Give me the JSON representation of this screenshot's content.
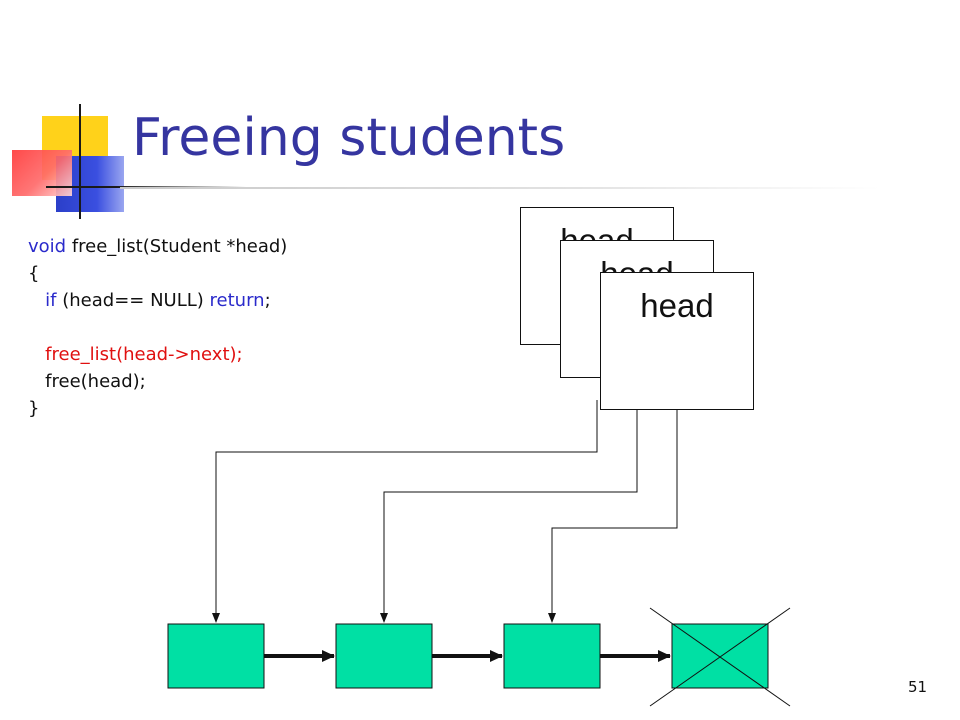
{
  "slide": {
    "title": "Freeing students",
    "page_number": "51"
  },
  "code": {
    "lines": [
      [
        {
          "text": "void",
          "style": "kw"
        },
        {
          "text": " free_list(Student *head)",
          "style": "plain"
        }
      ],
      [
        {
          "text": "{",
          "style": "plain"
        }
      ],
      [
        {
          "text": "   ",
          "style": "plain"
        },
        {
          "text": "if",
          "style": "kw"
        },
        {
          "text": " (head== NULL) ",
          "style": "plain"
        },
        {
          "text": "return",
          "style": "kw"
        },
        {
          "text": ";",
          "style": "plain"
        }
      ],
      [
        {
          "text": "",
          "style": "plain"
        }
      ],
      [
        {
          "text": "   ",
          "style": "plain"
        },
        {
          "text": "free_list(head->next);",
          "style": "red"
        }
      ],
      [
        {
          "text": "   free(head);",
          "style": "plain"
        }
      ],
      [
        {
          "text": "}",
          "style": "plain"
        }
      ]
    ]
  },
  "stack_frames": {
    "labels": [
      "head",
      "head",
      "head"
    ]
  },
  "linked_list": {
    "node_count": 4,
    "freed_node_index": 3
  },
  "colors": {
    "title": "#3535a0",
    "keyword": "#2a2acb",
    "highlight": "#e01010",
    "node_fill": "#00e0a4"
  }
}
